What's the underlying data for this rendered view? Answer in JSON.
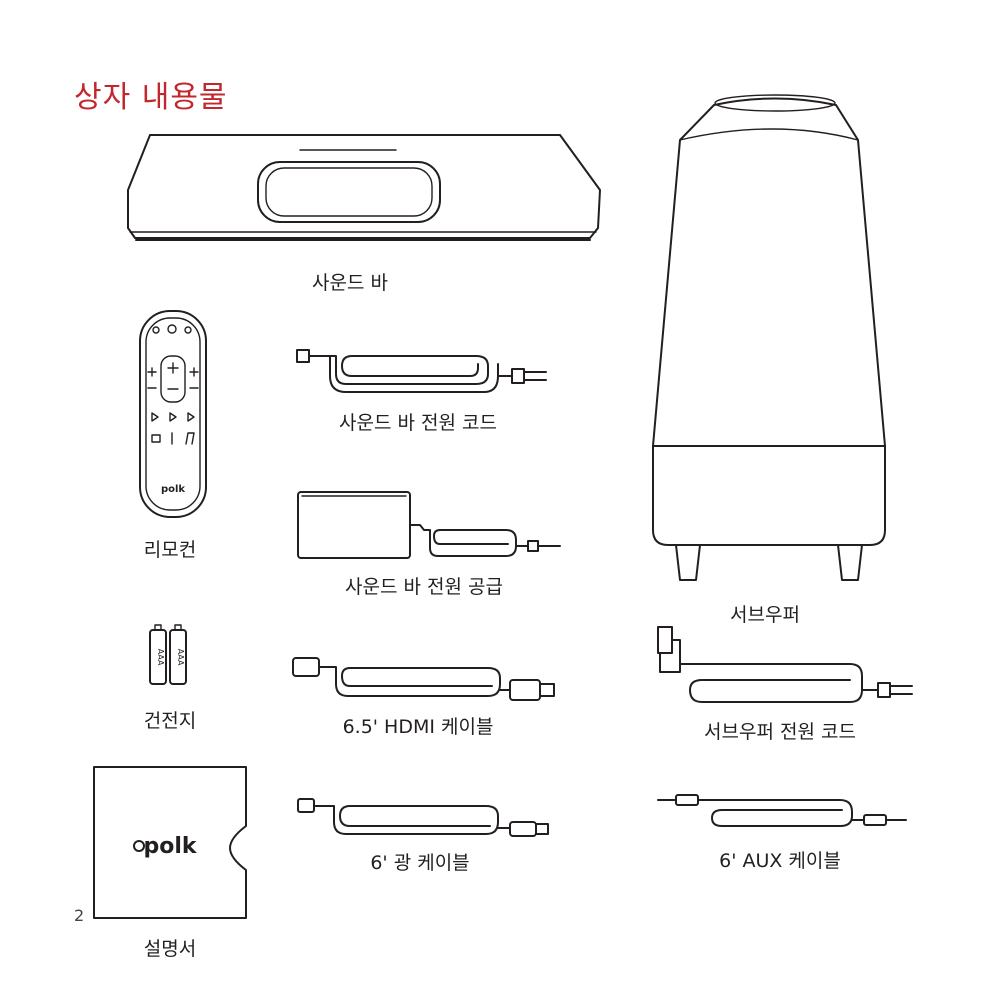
{
  "page": {
    "title": "상자 내용물",
    "page_number": "2",
    "accent_color": "#c1272d"
  },
  "items": {
    "soundbar": "사운드 바",
    "remote": "리모컨",
    "soundbar_power_cord": "사운드 바 전원 코드",
    "soundbar_power_supply": "사운드 바 전원 공급",
    "subwoofer": "서브우퍼",
    "batteries": "건전지",
    "hdmi_cable": "6.5' HDMI 케이블",
    "subwoofer_power_cord": "서브우퍼 전원 코드",
    "manual": "설명서",
    "optical_cable": "6' 광 케이블",
    "aux_cable": "6' AUX 케이블"
  },
  "brand": {
    "logo_text": "polk",
    "battery_text": "AAA"
  }
}
